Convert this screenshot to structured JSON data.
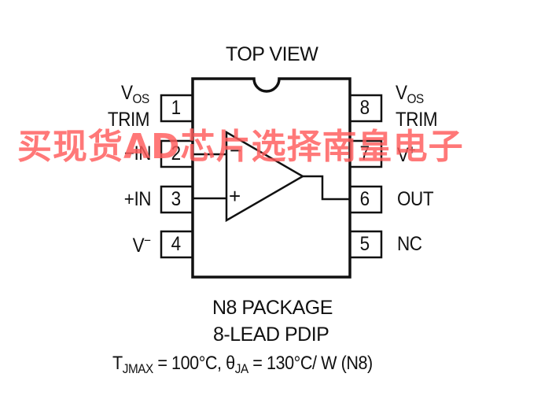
{
  "diagram": {
    "view_label": "TOP VIEW",
    "pins": [
      {
        "number": "1",
        "label_main": "V",
        "label_sub": "OS",
        "label_line2": "TRIM"
      },
      {
        "number": "2",
        "label": "−IN"
      },
      {
        "number": "3",
        "label": "+IN"
      },
      {
        "number": "4",
        "label_main": "V",
        "label_sup": "−"
      },
      {
        "number": "5",
        "label": "NC"
      },
      {
        "number": "6",
        "label": "OUT"
      },
      {
        "number": "7",
        "label_main": "V",
        "label_sup": "+"
      },
      {
        "number": "8",
        "label_main": "V",
        "label_sub": "OS",
        "label_line2": "TRIM"
      }
    ],
    "opamp": {
      "minus_symbol": "−",
      "plus_symbol": "+"
    },
    "package_line1": "N8 PACKAGE",
    "package_line2": "8-LEAD PDIP",
    "thermal": {
      "t": "T",
      "t_sub": "JMAX",
      "t_val": " = 100°C, ",
      "theta": "θ",
      "theta_sub": "JA",
      "theta_val": " = 130°C/ W (N8)"
    }
  },
  "watermark": "买现货AD芯片选择南皇电子",
  "colors": {
    "line": "#111111",
    "watermark": "#ff5a5a"
  }
}
